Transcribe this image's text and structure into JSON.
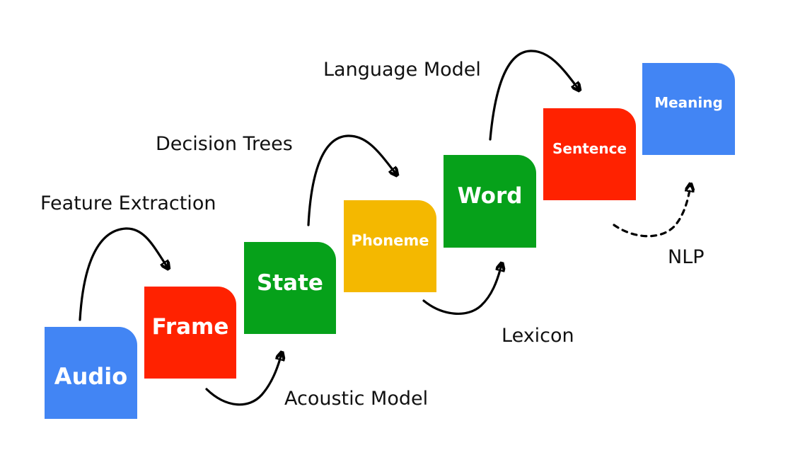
{
  "boxes": [
    {
      "id": "audio",
      "label": "Audio",
      "color": "#4285F4"
    },
    {
      "id": "frame",
      "label": "Frame",
      "color": "#FF2200"
    },
    {
      "id": "state",
      "label": "State",
      "color": "#06A11A"
    },
    {
      "id": "phoneme",
      "label": "Phoneme",
      "color": "#F4B800"
    },
    {
      "id": "word",
      "label": "Word",
      "color": "#06A11A"
    },
    {
      "id": "sentence",
      "label": "Sentence",
      "color": "#FF2200"
    },
    {
      "id": "meaning",
      "label": "Meaning",
      "color": "#4285F4"
    }
  ],
  "transitions": [
    {
      "id": "feature-extraction",
      "label": "Feature Extraction"
    },
    {
      "id": "acoustic-model",
      "label": "Acoustic Model"
    },
    {
      "id": "decision-trees",
      "label": "Decision Trees"
    },
    {
      "id": "lexicon",
      "label": "Lexicon"
    },
    {
      "id": "language-model",
      "label": "Language Model"
    },
    {
      "id": "nlp",
      "label": "NLP"
    }
  ]
}
